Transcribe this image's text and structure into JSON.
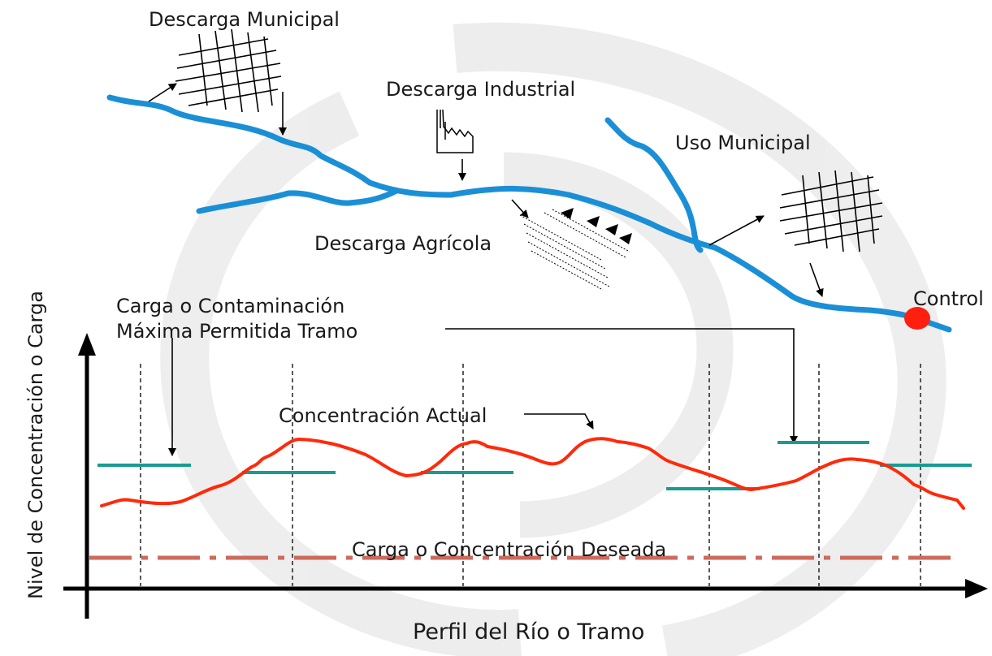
{
  "colors": {
    "river": "#1b8fd6",
    "current": "#ff2a0a",
    "max_allowed": "#179c94",
    "desired": "#cd6a5c",
    "control_point": "#ff1f0f",
    "axis": "#000000",
    "watermark": "#eaeaea"
  },
  "labels": {
    "municipal_discharge": "Descarga Municipal",
    "industrial_discharge": "Descarga Industrial",
    "municipal_use": "Uso Municipal",
    "agricultural_discharge": "Descarga Agrícola",
    "control": "Control",
    "max_allowed_line1": "Carga o Contaminación",
    "max_allowed_line2": "Máxima Permitida Tramo",
    "current_concentration": "Concentración Actual",
    "desired": "Carga o Concentración Deseada",
    "y_axis": "Nivel de Concentración o Carga",
    "x_axis": "Perfil del Río o Tramo"
  },
  "icons": [
    "city-grid-icon",
    "factory-icon",
    "agricultural-field-icon",
    "control-point-icon"
  ]
}
